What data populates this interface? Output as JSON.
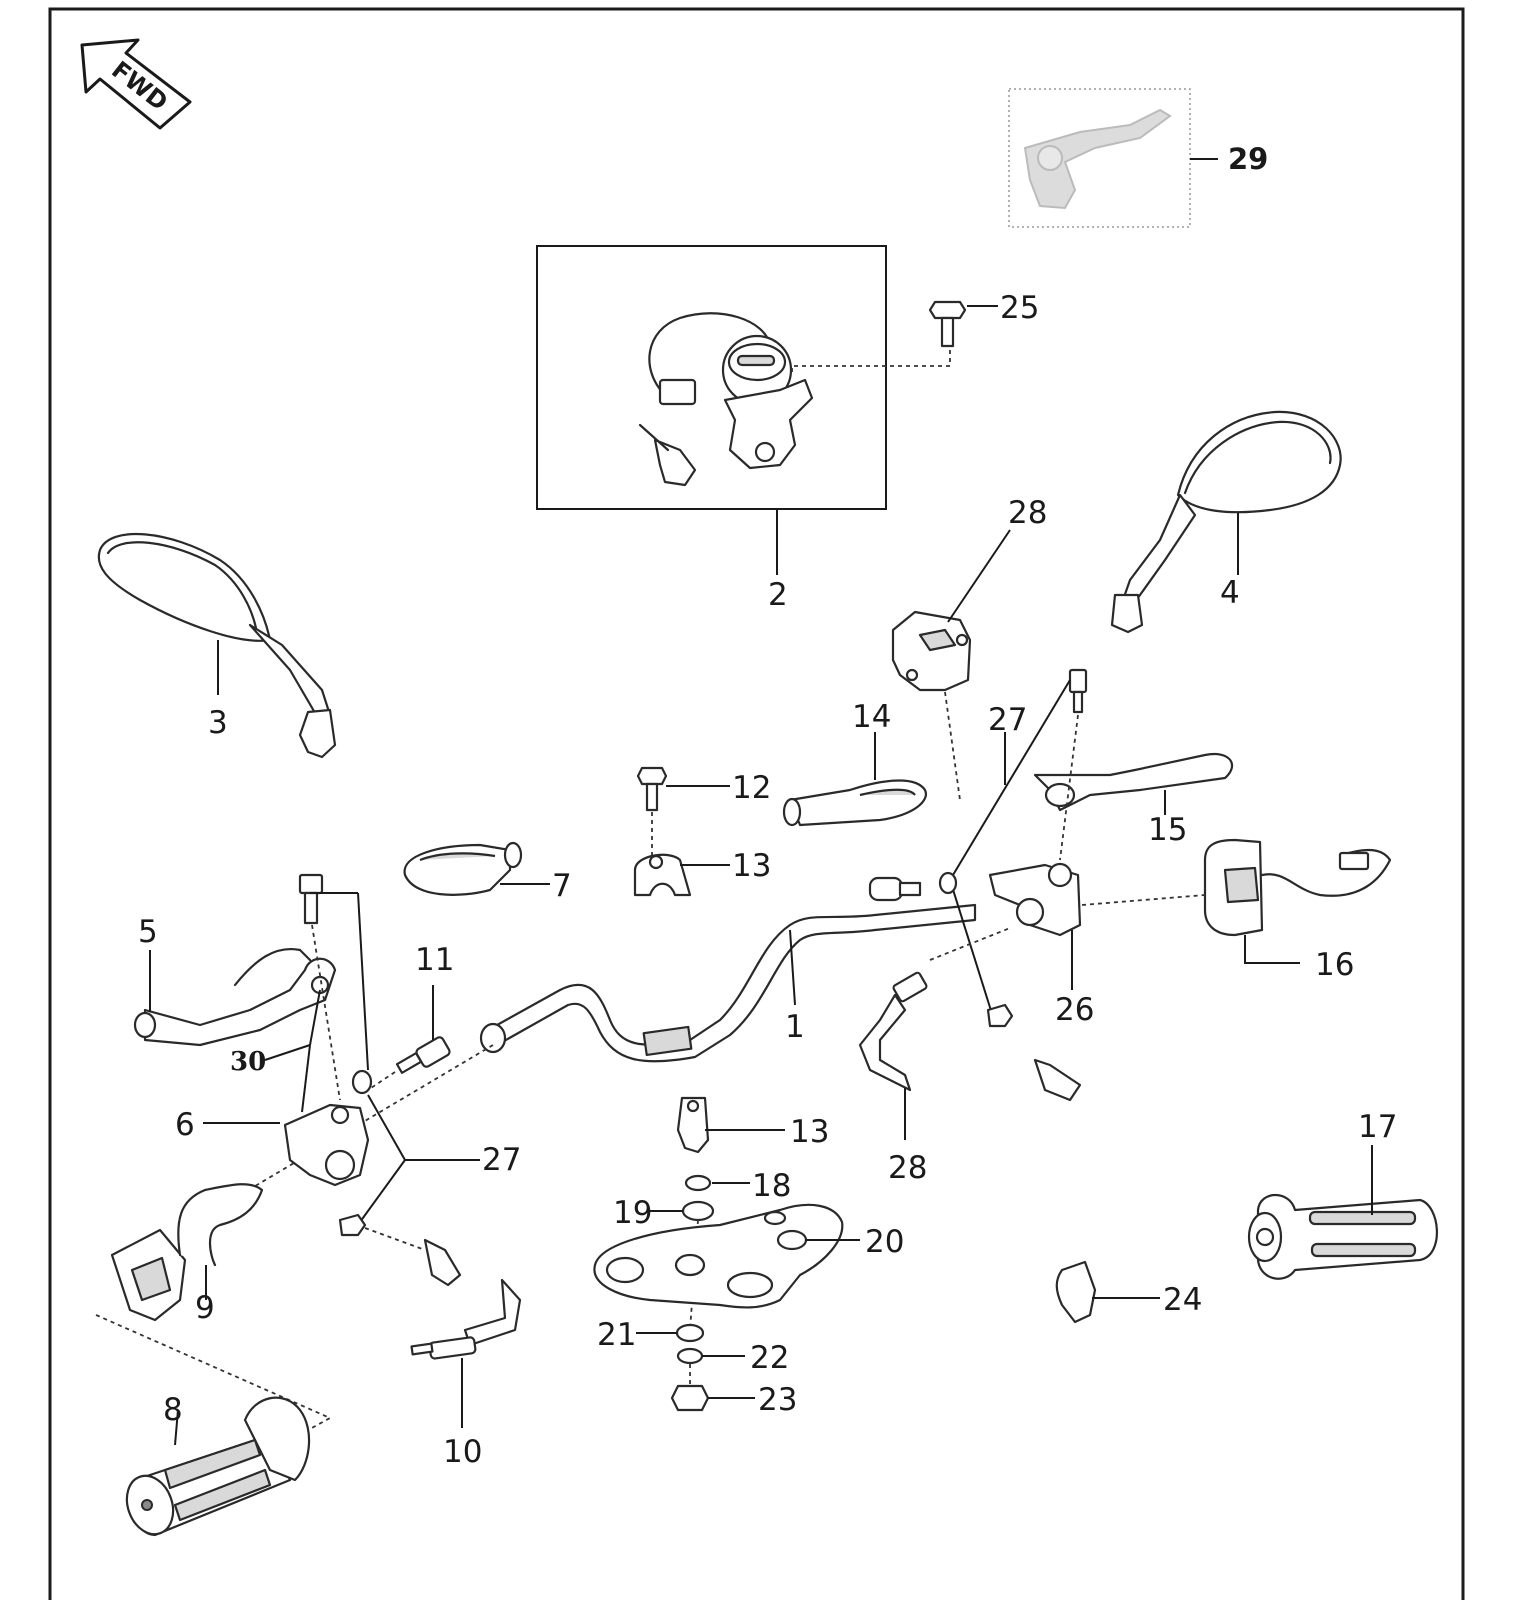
{
  "fwd_indicator": {
    "label": "FWD"
  },
  "callouts": [
    {
      "id": "c1",
      "label": "1"
    },
    {
      "id": "c2",
      "label": "2"
    },
    {
      "id": "c3",
      "label": "3"
    },
    {
      "id": "c4",
      "label": "4"
    },
    {
      "id": "c5",
      "label": "5"
    },
    {
      "id": "c6",
      "label": "6"
    },
    {
      "id": "c7",
      "label": "7"
    },
    {
      "id": "c8",
      "label": "8"
    },
    {
      "id": "c9",
      "label": "9"
    },
    {
      "id": "c10",
      "label": "10"
    },
    {
      "id": "c11",
      "label": "11"
    },
    {
      "id": "c12",
      "label": "12"
    },
    {
      "id": "c13a",
      "label": "13"
    },
    {
      "id": "c13b",
      "label": "13"
    },
    {
      "id": "c14",
      "label": "14"
    },
    {
      "id": "c15",
      "label": "15"
    },
    {
      "id": "c16",
      "label": "16"
    },
    {
      "id": "c17",
      "label": "17"
    },
    {
      "id": "c18",
      "label": "18"
    },
    {
      "id": "c19",
      "label": "19"
    },
    {
      "id": "c20",
      "label": "20"
    },
    {
      "id": "c21",
      "label": "21"
    },
    {
      "id": "c22",
      "label": "22"
    },
    {
      "id": "c23",
      "label": "23"
    },
    {
      "id": "c24",
      "label": "24"
    },
    {
      "id": "c25",
      "label": "25"
    },
    {
      "id": "c26",
      "label": "26"
    },
    {
      "id": "c27a",
      "label": "27"
    },
    {
      "id": "c27b",
      "label": "27"
    },
    {
      "id": "c28a",
      "label": "28"
    },
    {
      "id": "c28b",
      "label": "28"
    },
    {
      "id": "c29",
      "label": "29"
    },
    {
      "id": "c30",
      "label": "30"
    }
  ]
}
